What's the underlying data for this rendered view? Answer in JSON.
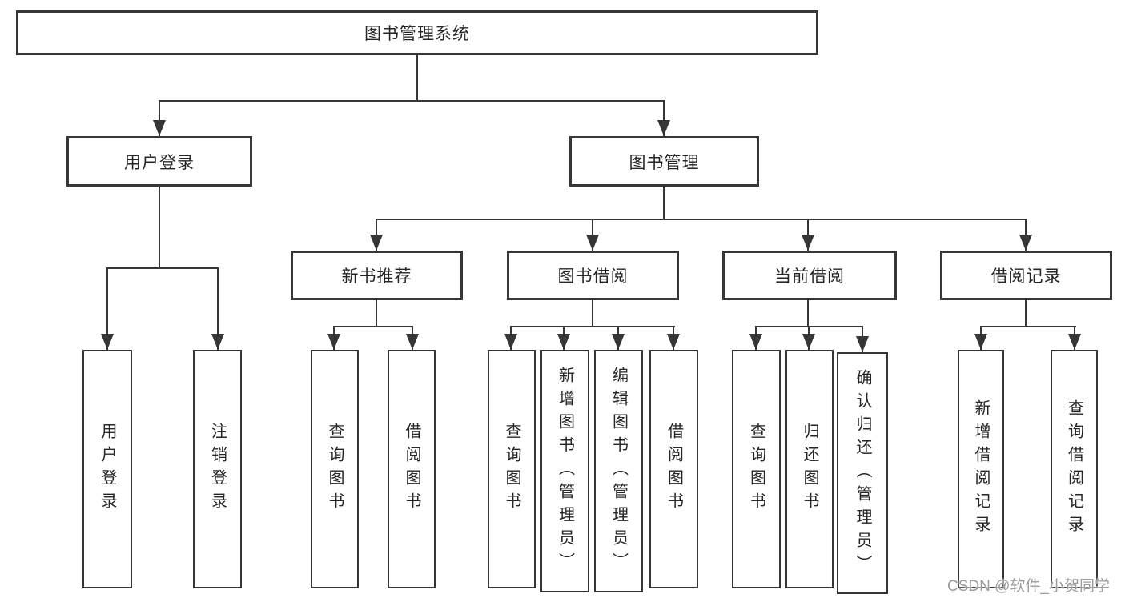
{
  "colors": {
    "line": "#363636",
    "text": "#262626",
    "box_background": "#ffffff",
    "page_background": "#ffffff",
    "watermark": "#9c9c9c"
  },
  "watermark": {
    "label": "CSDN @软件_小贺同学"
  },
  "diagram": {
    "root": {
      "label": "图书管理系统"
    },
    "branches": [
      {
        "label": "用户登录",
        "children": [
          {
            "label": "用户登录"
          },
          {
            "label": "注销登录"
          }
        ]
      },
      {
        "label": "图书管理",
        "children": [
          {
            "label": "新书推荐",
            "children": [
              {
                "label": "查询图书"
              },
              {
                "label": "借阅图书"
              }
            ]
          },
          {
            "label": "图书借阅",
            "children": [
              {
                "label": "查询图书"
              },
              {
                "label": "新增图书（管理员）"
              },
              {
                "label": "编辑图书（管理员）"
              },
              {
                "label": "借阅图书"
              }
            ]
          },
          {
            "label": "当前借阅",
            "children": [
              {
                "label": "查询图书"
              },
              {
                "label": "归还图书"
              },
              {
                "label": "确认归还（管理员）"
              }
            ]
          },
          {
            "label": "借阅记录",
            "children": [
              {
                "label": "新增借阅记录"
              },
              {
                "label": "查询借阅记录"
              }
            ]
          }
        ]
      }
    ]
  }
}
